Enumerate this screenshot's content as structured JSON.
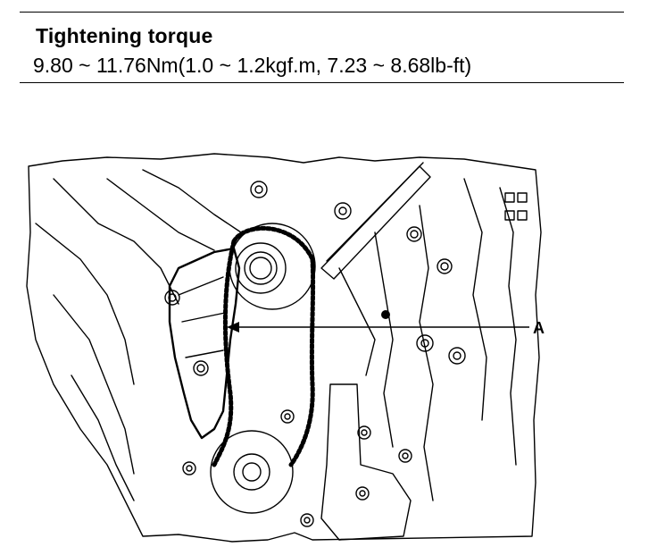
{
  "spec": {
    "title": "Tightening torque",
    "value": "9.80 ~ 11.76Nm(1.0 ~ 1.2kgf.m, 7.23 ~ 8.68lb-ft)"
  },
  "illustration": {
    "callout_label": "A"
  }
}
